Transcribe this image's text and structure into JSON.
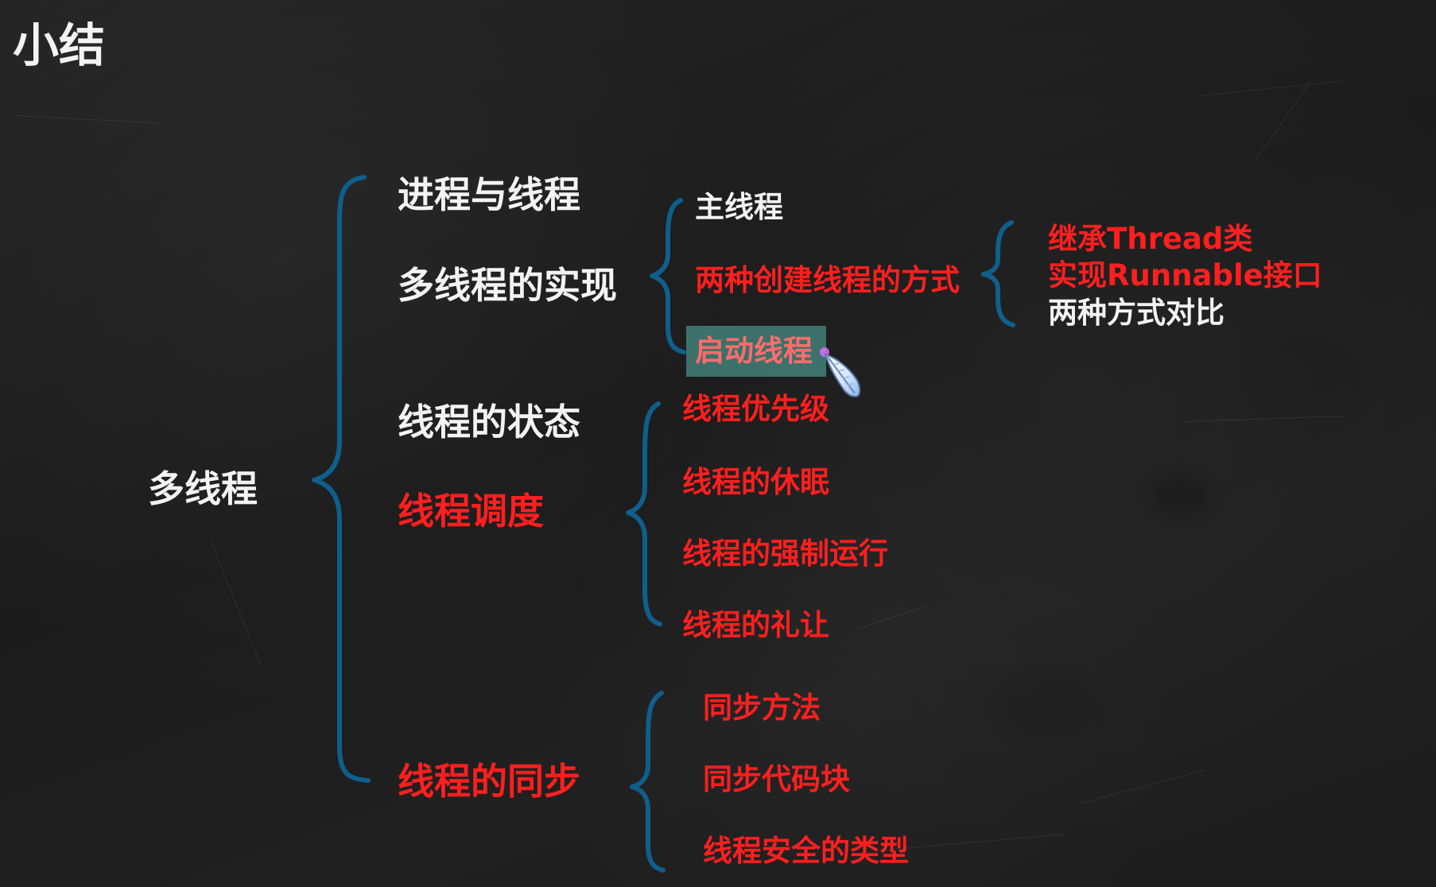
{
  "title": "小结",
  "root": "多线程",
  "branches": [
    {
      "label": "进程与线程",
      "children": []
    },
    {
      "label": "多线程的实现",
      "children": [
        {
          "label": "主线程",
          "children": []
        },
        {
          "label": "两种创建线程的方式",
          "children": [
            {
              "label": "继承Thread类"
            },
            {
              "label": "实现Runnable接口"
            },
            {
              "label": "两种方式对比"
            }
          ]
        },
        {
          "label": "启动线程",
          "children": []
        }
      ]
    },
    {
      "label": "线程的状态",
      "children": []
    },
    {
      "label": "线程调度",
      "children": [
        {
          "label": "线程优先级"
        },
        {
          "label": "线程的休眠"
        },
        {
          "label": "线程的强制运行"
        },
        {
          "label": "线程的礼让"
        }
      ]
    },
    {
      "label": "线程的同步",
      "children": [
        {
          "label": "同步方法"
        },
        {
          "label": "同步代码块"
        },
        {
          "label": "线程安全的类型"
        }
      ]
    }
  ],
  "colors": {
    "background": "#1f1f1f",
    "text_white": "#f3f3f3",
    "text_red": "#ff1f1f",
    "brace_blue": "#0f5f8c",
    "highlight": "#3f7b73"
  },
  "icons": {
    "pointer": "feather-pointer-icon"
  }
}
